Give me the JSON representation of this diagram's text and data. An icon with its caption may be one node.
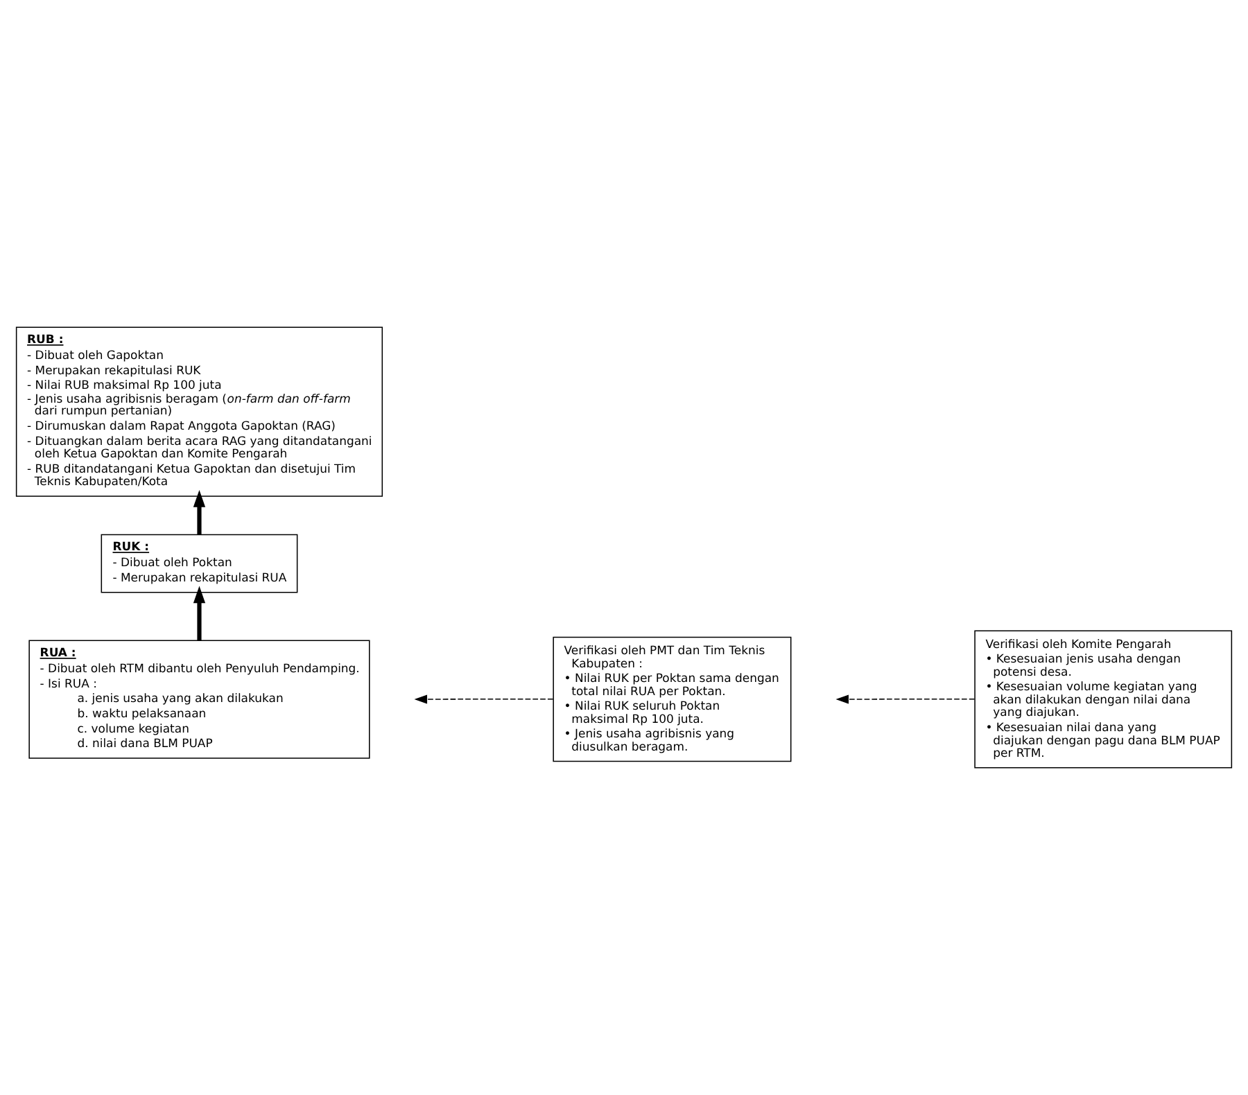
{
  "diagram": {
    "nodes": [
      {
        "text": [
          "RUB :",
          "- Dibuat oleh Gapoktan",
          "- Merupakan rekapitulasi RUK",
          "- Nilai RUB maksimal Rp 100 juta",
          "- Jenis usaha agribisnis beragam (*on-farm dan off-farm* dari rumpun pertanian)",
          "- Dirumuskan dalam Rapat Anggota Gapoktan (RAG)",
          "- Dituangkan dalam berita acara RAG yang ditandatangani oleh Ketua Gapoktan dan Komite Pengarah",
          "- RUB ditandatangani Ketua Gapoktan dan disetujui Tim Teknis Kabupaten/Kota"
        ]
      },
      {
        "text": [
          "RUK :",
          "- Dibuat oleh Poktan",
          "- Merupakan rekapitulasi RUA"
        ]
      },
      {
        "text": [
          "RUA :",
          "- Dibuat oleh RTM dibantu oleh Penyuluh Pendamping.",
          "- Isi RUA :",
          "a. jenis usaha yang akan dilakukan",
          "b. waktu pelaksanaan",
          "c. volume kegiatan",
          "d. nilai dana BLM PUAP"
        ]
      },
      {
        "text": [
          "Verifikasi oleh PMT dan Tim Teknis Kabupaten :",
          "• Nilai RUK per Poktan sama dengan total nilai RUA per Poktan.",
          "• Nilai RUK seluruh Poktan maksimal Rp 100 juta.",
          "• Jenis usaha agribisnis yang diusulkan beragam."
        ]
      },
      {
        "text": [
          "Verifikasi oleh Komite Pengarah",
          "• Kesesuaian jenis usaha dengan potensi desa.",
          "• Kesesuaian volume kegiatan yang akan dilakukan dengan nilai dana yang diajukan.",
          "• Kesesuaian nilai dana yang diajukan dengan pagu dana BLM PUAP per RTM."
        ]
      }
    ],
    "edges": [
      {
        "from": 1,
        "to": 0,
        "arrow": "to",
        "style": "thick"
      },
      {
        "from": 2,
        "to": 1,
        "arrow": "to",
        "style": "thick"
      },
      {
        "from": 3,
        "to": null,
        "arrow": "to",
        "style": "dashed"
      },
      {
        "from": 4,
        "to": null,
        "arrow": "to",
        "style": "dashed"
      }
    ]
  }
}
